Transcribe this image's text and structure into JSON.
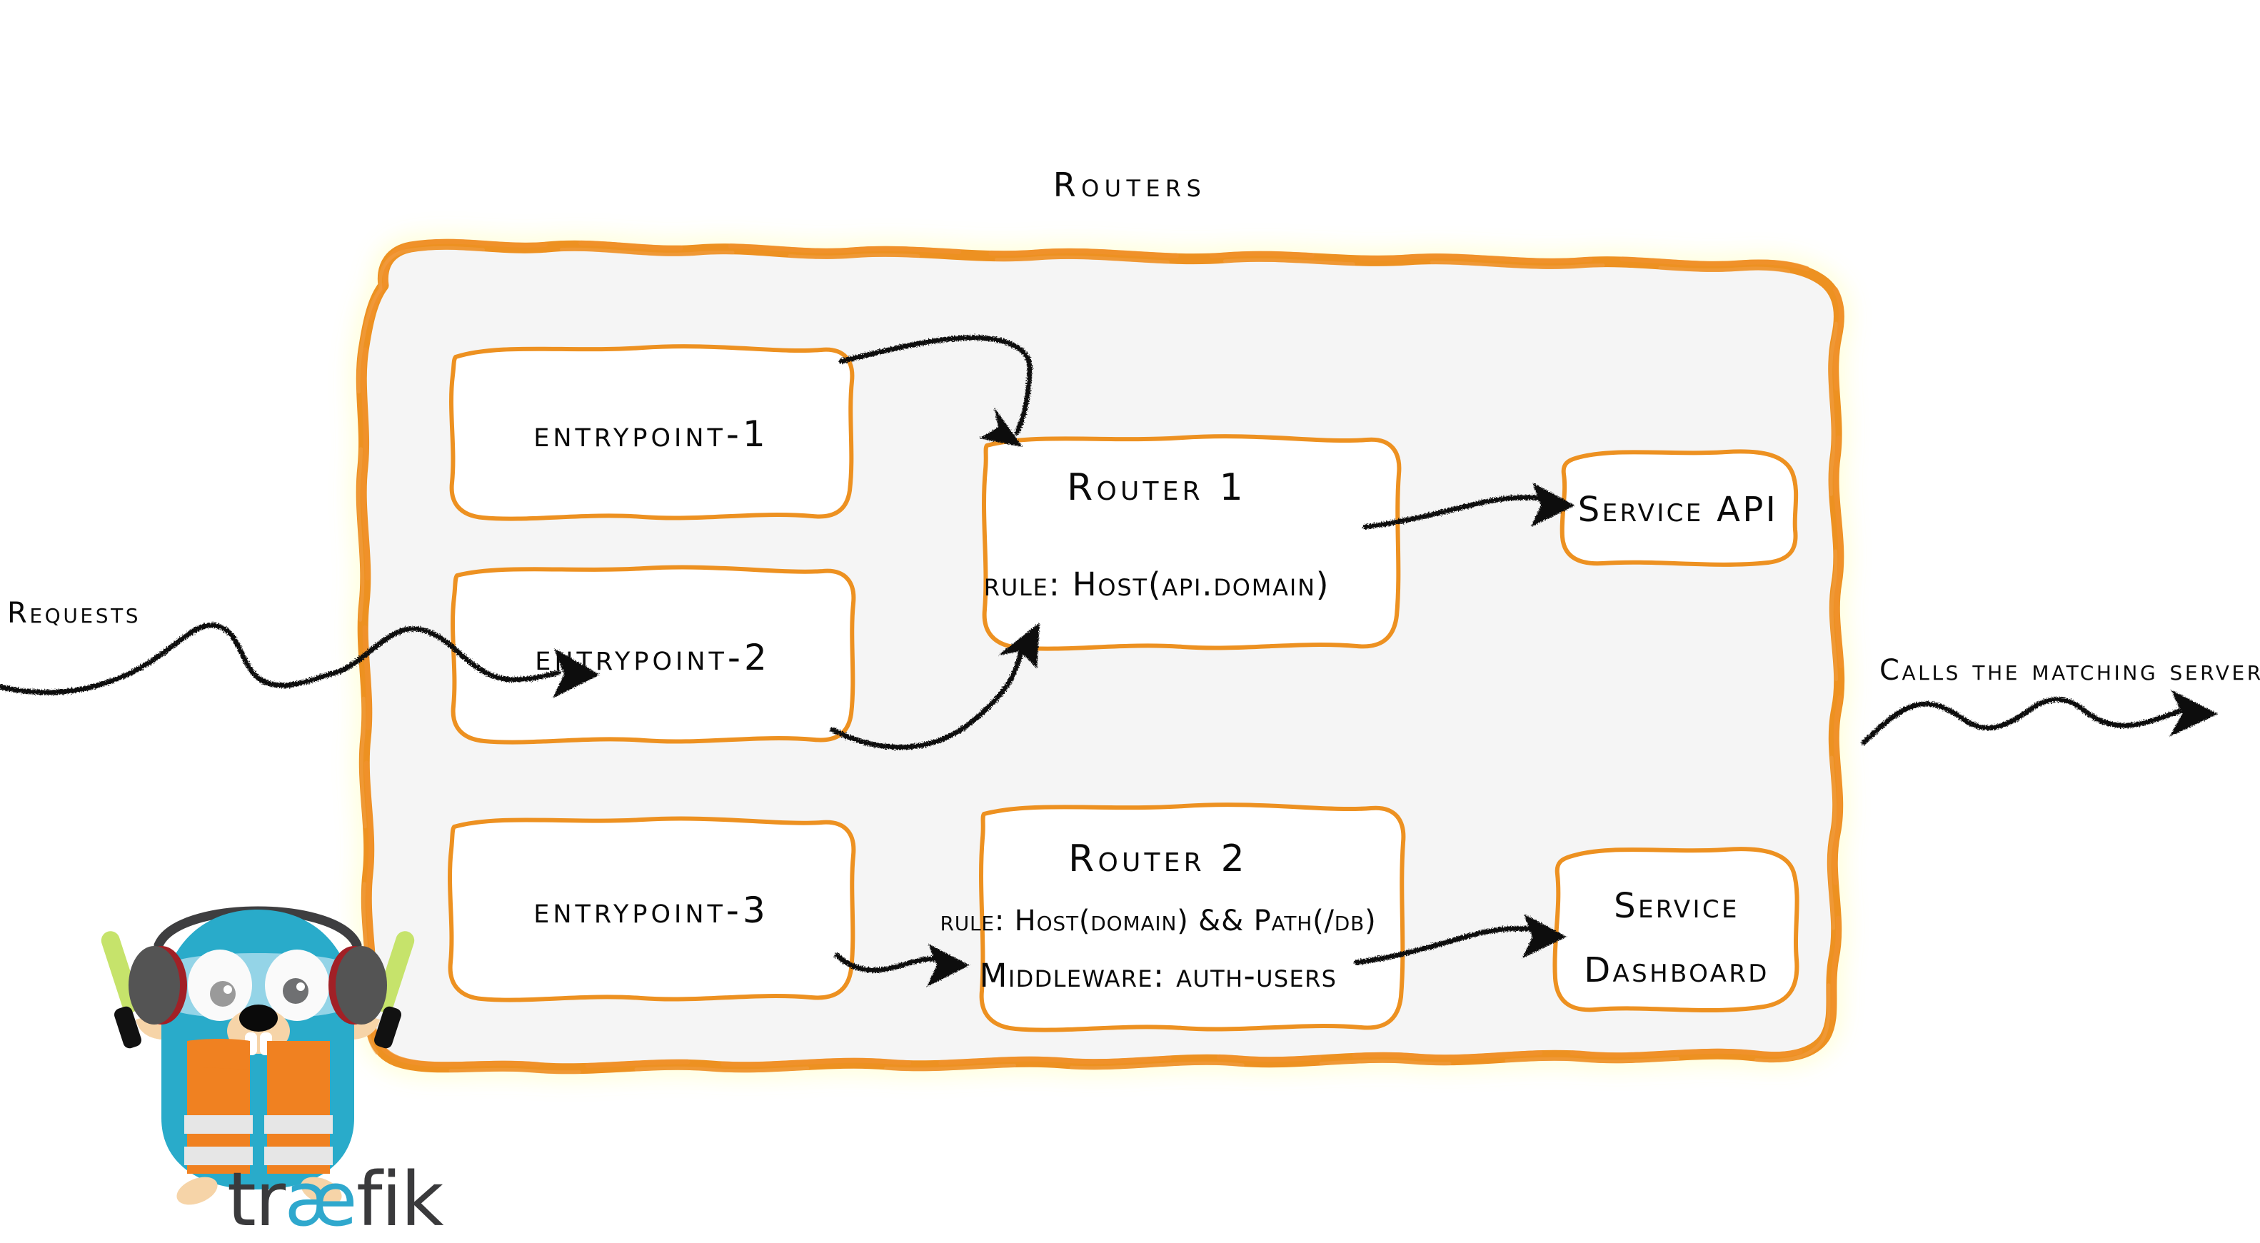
{
  "diagram": {
    "title": "Routers",
    "container_label": "routers-container",
    "accent_color": "#ED9121",
    "container_fill": "#F5F5F5",
    "ink_color": "#0A0A0A"
  },
  "side_labels": {
    "left": "Requests",
    "right": "Calls the matching server"
  },
  "entrypoints": [
    {
      "label": "entrypoint-1"
    },
    {
      "label": "entrypoint-2"
    },
    {
      "label": "entrypoint-3"
    }
  ],
  "routers": [
    {
      "name": "Router 1",
      "lines": [
        "rule: Host(api.domain)"
      ]
    },
    {
      "name": "Router 2",
      "lines": [
        "rule: Host(domain) && Path(/db)",
        "Middleware: auth-users"
      ]
    }
  ],
  "services": [
    {
      "lines": [
        "Service API"
      ]
    },
    {
      "lines": [
        "Service",
        "Dashboard"
      ]
    }
  ],
  "logo": {
    "brand_prefix": "tr",
    "brand_ligature": "æ",
    "brand_suffix": "fik",
    "mascot": "traefik-gopher-mascot",
    "mascot_colors": {
      "body": "#29ABCA",
      "vest": "#F08121",
      "stripe": "#E6E6E6",
      "headphone": "#545454",
      "headphone_accent": "#A12026",
      "wand": "#C6E36B",
      "muzzle": "#F6D4A8",
      "eye_white": "#FAFAFA",
      "goggles": "#BEE3F2"
    }
  },
  "arrows": [
    {
      "name": "requests-into-container",
      "from": "requests-label",
      "to": "container-left"
    },
    {
      "name": "entrypoint1-to-router1",
      "from": "entrypoint-1",
      "to": "router-1"
    },
    {
      "name": "entrypoint2-to-router1",
      "from": "entrypoint-2",
      "to": "router-1"
    },
    {
      "name": "entrypoint3-to-router2",
      "from": "entrypoint-3",
      "to": "router-2"
    },
    {
      "name": "router1-to-service-api",
      "from": "router-1",
      "to": "service-api"
    },
    {
      "name": "router2-to-service-dashboard",
      "from": "router-2",
      "to": "service-dashboard"
    },
    {
      "name": "container-to-matching-server",
      "from": "container-right",
      "to": "calls-label"
    }
  ]
}
